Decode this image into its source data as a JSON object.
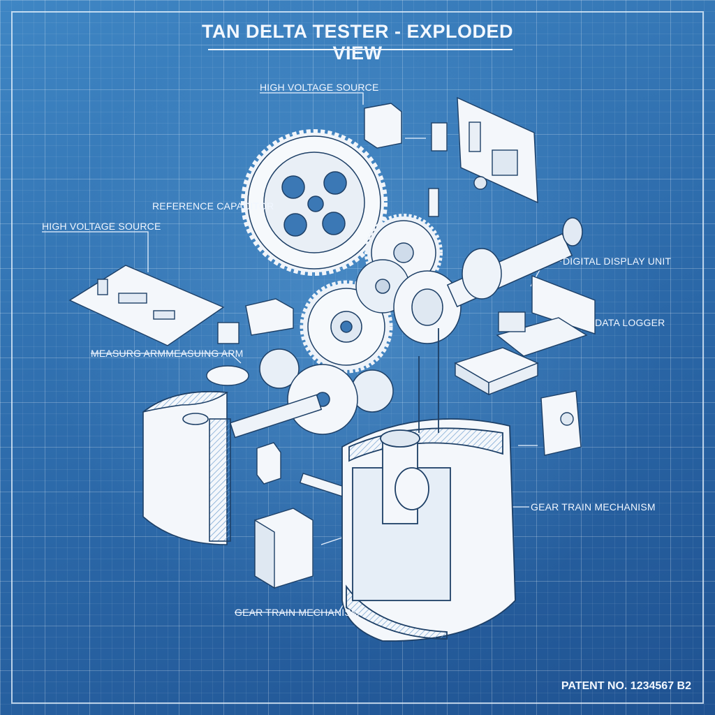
{
  "title": "TAN DELTA TESTER - EXPLODED VIEW",
  "labels": {
    "hv_source_top": "HIGH VOLTAGE SOURCE",
    "reference_capacitor": "REFERENCE CAPACITOR",
    "hv_source_left": "HIGH VOLTAGE SOURCE",
    "measuring_arm": "MEASURG ARMMEASUING ARM",
    "digital_display": "DIGITAL DISPLAY UNIT",
    "data_logger": "DATA LOGGER",
    "gear_train_right": "GEAR TRAIN MECHANISM",
    "gear_train_bottom": "GEAR TRAIN MECHANISM"
  },
  "patent": "PATENT NO. 1234567 B2"
}
